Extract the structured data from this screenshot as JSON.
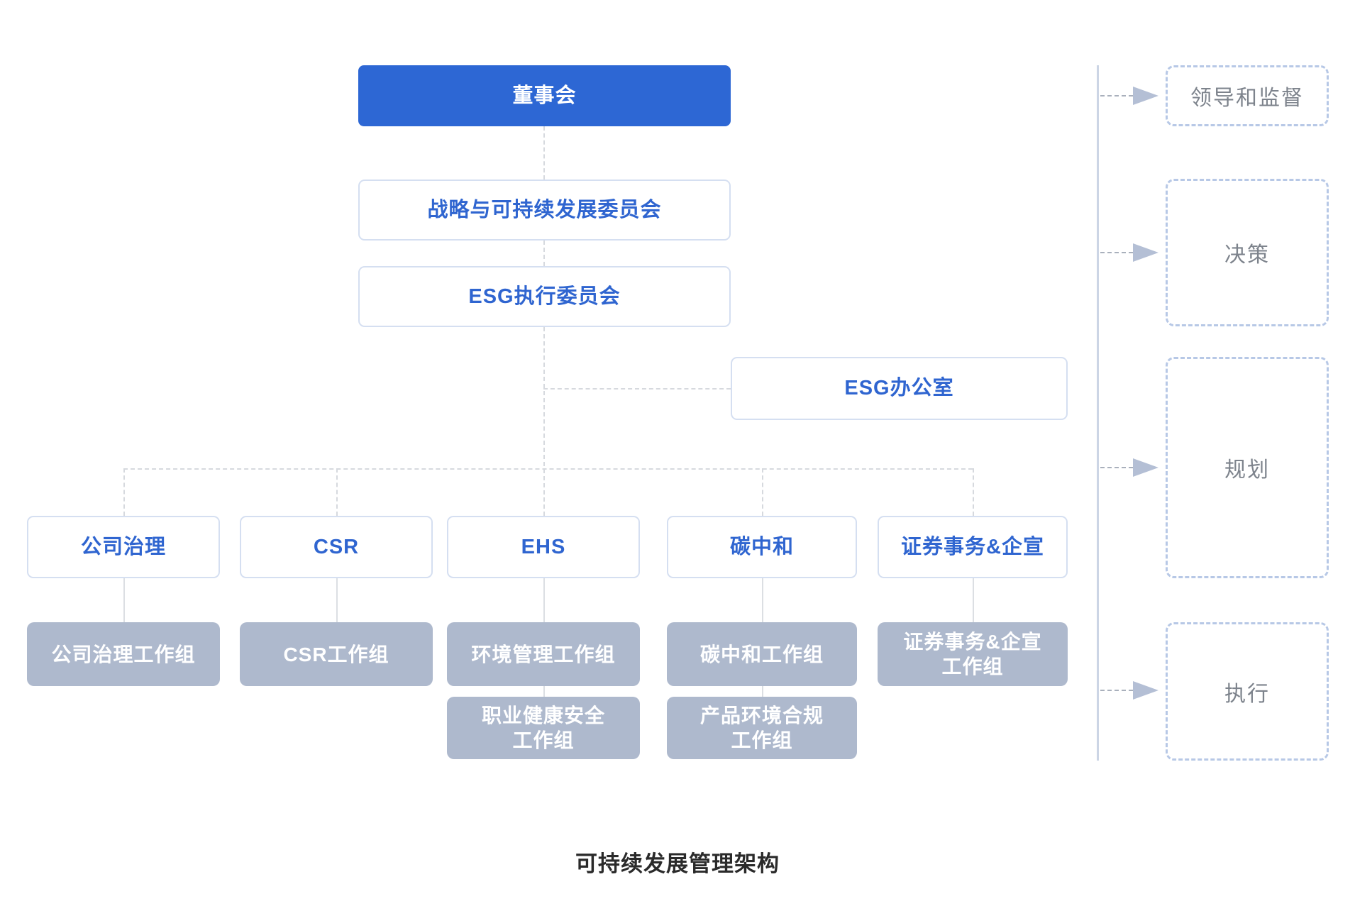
{
  "diagram": {
    "caption": "可持续发展管理架构",
    "board": {
      "label": "董事会"
    },
    "committees": [
      {
        "label": "战略与可持续发展委员会"
      },
      {
        "label": "ESG执行委员会"
      }
    ],
    "office": {
      "label": "ESG办公室"
    },
    "groups": [
      {
        "lead": "公司治理",
        "team1": "公司治理工作组",
        "team2": ""
      },
      {
        "lead": "CSR",
        "team1": "CSR工作组",
        "team2": ""
      },
      {
        "lead": "EHS",
        "team1": "环境管理工作组",
        "team2": "职业健康安全\n工作组"
      },
      {
        "lead": "碳中和",
        "team1": "碳中和工作组",
        "team2": "产品环境合规\n工作组"
      },
      {
        "lead": "证券事务&企宣",
        "team1": "证券事务&企宣\n工作组",
        "team2": ""
      }
    ],
    "stages": [
      {
        "label": "领导和监督"
      },
      {
        "label": "决策"
      },
      {
        "label": "规划"
      },
      {
        "label": "执行"
      }
    ],
    "colors": {
      "primary_fill": "#2d67d4",
      "primary_text": "#2f65d0",
      "outline_border": "#d5dff1",
      "group_fill": "#aeb9cd",
      "stage_border": "#b7c8e6",
      "stage_text": "#7d838c",
      "connector": "#d6d9de",
      "arrow": "#b4bfd5",
      "caption_text": "#2a2a2a"
    }
  }
}
